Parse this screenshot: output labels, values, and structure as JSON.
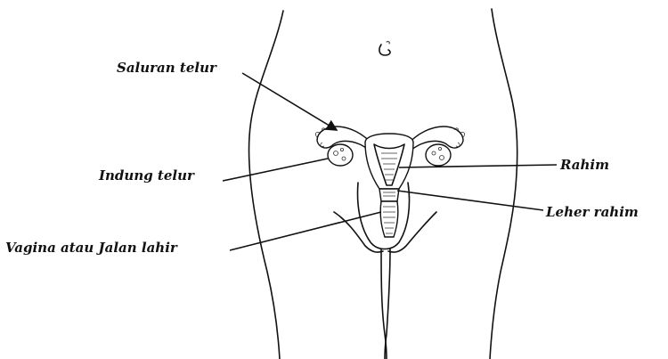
{
  "labels": {
    "fallopian_tube": "Saluran telur",
    "ovary": "Indung telur",
    "uterus": "Rahim",
    "cervix": "Leher rahim",
    "vagina": "Vagina atau Jalan lahir"
  },
  "colors": {
    "ink": "#111111",
    "background": "#ffffff"
  }
}
